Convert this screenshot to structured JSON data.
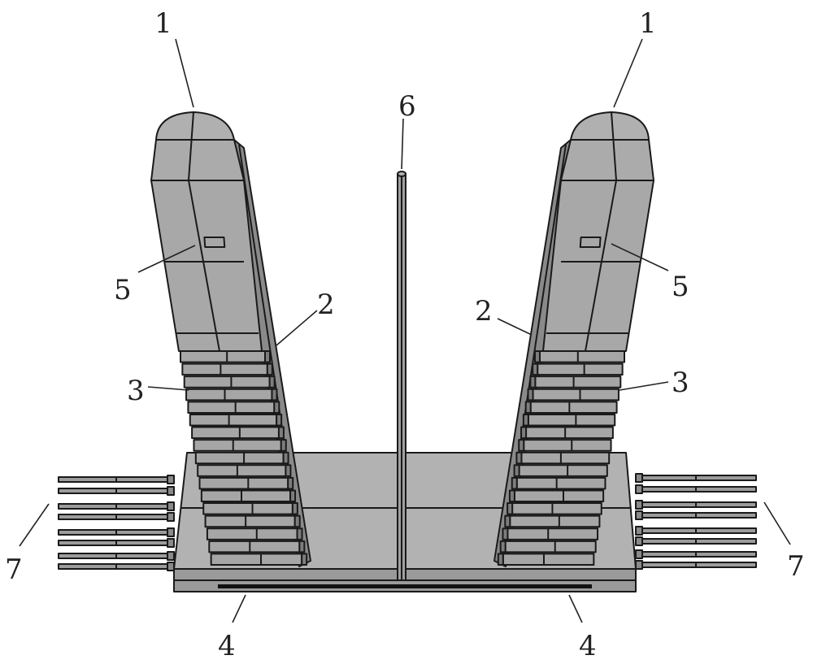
{
  "figure": {
    "labels": {
      "tower_left": "1",
      "tower_right": "1",
      "pole": "6",
      "marker_left": "5",
      "marker_right": "5",
      "side_left": "2",
      "side_right": "2",
      "bricks_left": "3",
      "bricks_right": "3",
      "rods_left": "7",
      "rods_right": "7",
      "base_left": "4",
      "base_right": "4"
    },
    "colors": {
      "face": "#a9a9a9",
      "side": "#8c8c8c",
      "top": "#b4b4b4",
      "line": "#1a1a1a"
    }
  }
}
